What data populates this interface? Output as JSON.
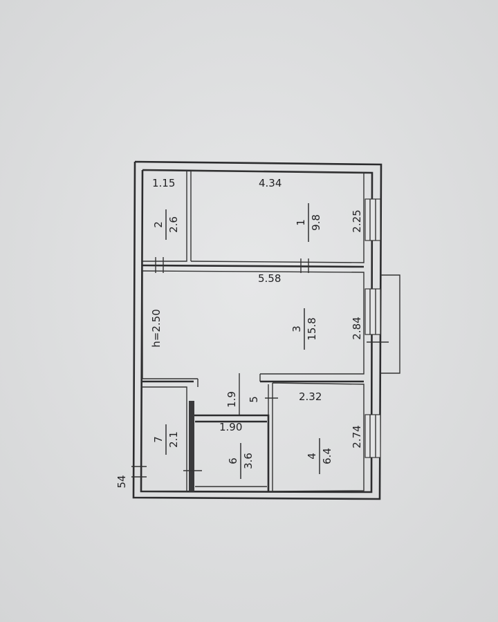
{
  "plan": {
    "height_note": "h=2.50",
    "side_note": "54",
    "rooms": [
      {
        "number": "1",
        "area": "9.8",
        "dims": [
          "4.34",
          "2.25"
        ]
      },
      {
        "number": "2",
        "area": "2.6",
        "dims": [
          "1.15"
        ]
      },
      {
        "number": "3",
        "area": "15.8",
        "dims": [
          "5.58",
          "2.84"
        ]
      },
      {
        "number": "4",
        "area": "6.4",
        "dims": [
          "2.32",
          "2.74"
        ]
      },
      {
        "number": "5",
        "area": "1.9",
        "dims": []
      },
      {
        "number": "6",
        "area": "3.6",
        "dims": [
          "1.90"
        ]
      },
      {
        "number": "7",
        "area": "2.1",
        "dims": []
      }
    ]
  },
  "colors": {
    "background": "#dedfe0",
    "ink": "#2c2c2e"
  }
}
